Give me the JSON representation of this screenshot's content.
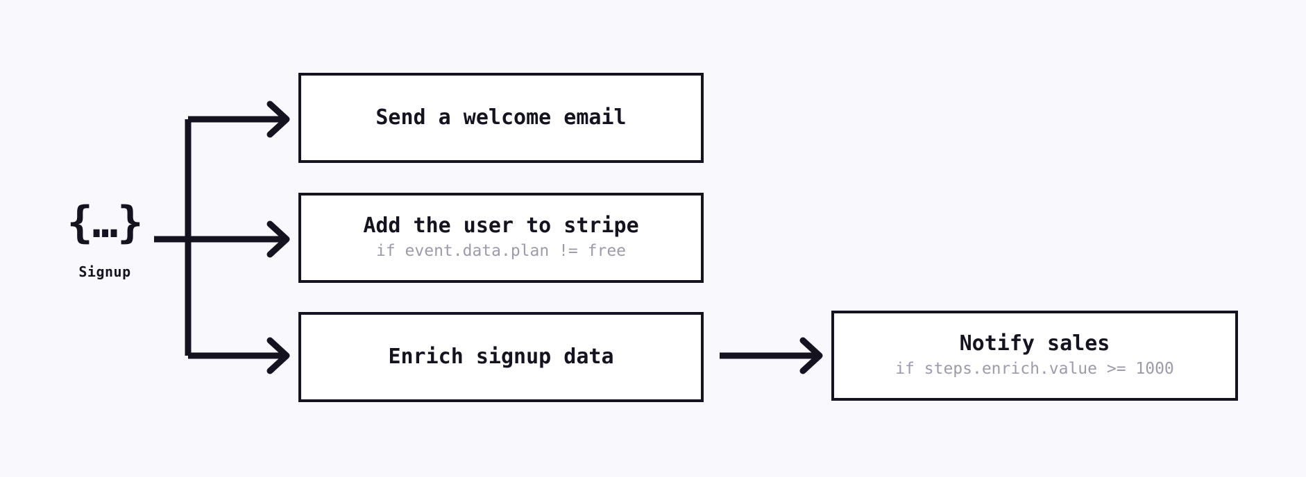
{
  "canvas": {
    "background_color": "#f9f8fd",
    "stroke_color": "#15131f",
    "card_background": "#ffffff",
    "subtitle_color": "#9b9bab"
  },
  "trigger": {
    "glyph": "{…}",
    "glyph_icon_name": "json-braces-icon",
    "label": "Signup"
  },
  "steps": [
    {
      "id": "send-welcome-email",
      "title": "Send a welcome email",
      "subtitle": ""
    },
    {
      "id": "add-user-to-stripe",
      "title": "Add the user to stripe",
      "subtitle": "if event.data.plan != free"
    },
    {
      "id": "enrich-signup-data",
      "title": "Enrich signup data",
      "subtitle": ""
    },
    {
      "id": "notify-sales",
      "title": "Notify sales",
      "subtitle": "if steps.enrich.value >= 1000"
    }
  ],
  "connectors": [
    {
      "id": "trigger-to-send-welcome-email",
      "from": "trigger",
      "to": "send-welcome-email",
      "style": "elbow-arrow"
    },
    {
      "id": "trigger-to-add-user-to-stripe",
      "from": "trigger",
      "to": "add-user-to-stripe",
      "style": "straight-arrow"
    },
    {
      "id": "trigger-to-enrich-signup-data",
      "from": "trigger",
      "to": "enrich-signup-data",
      "style": "elbow-arrow"
    },
    {
      "id": "enrich-signup-data-to-notify-sales",
      "from": "enrich-signup-data",
      "to": "notify-sales",
      "style": "straight-arrow"
    }
  ]
}
